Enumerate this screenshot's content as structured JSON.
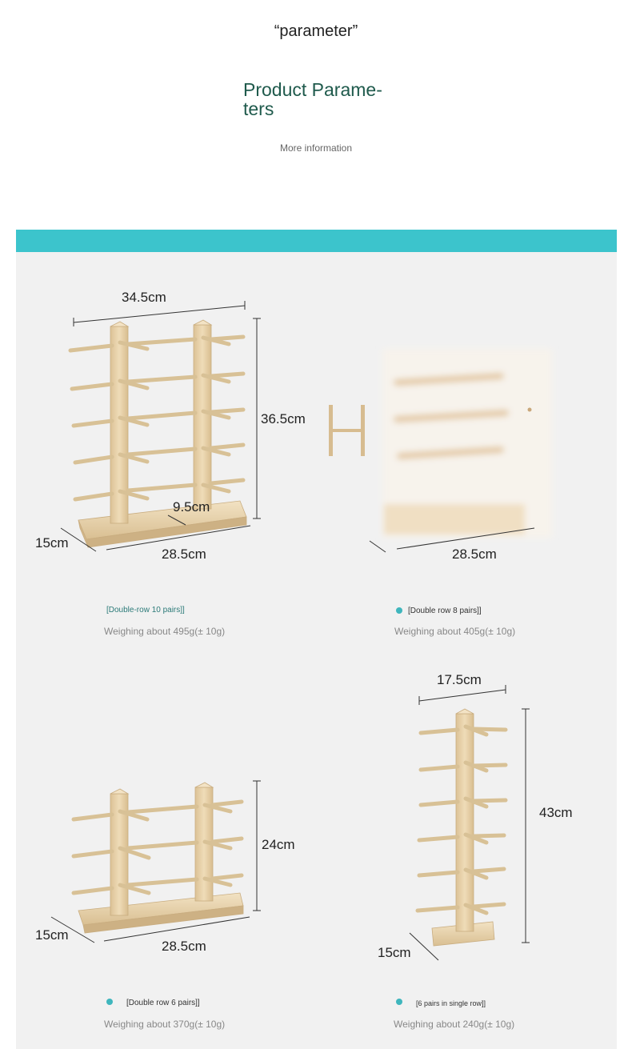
{
  "header": {
    "quote": "“parameter”",
    "title": "Product Parame-\nters",
    "subtitle": "More information"
  },
  "colors": {
    "accent_bar": "#3cc4cc",
    "title": "#1f5a4c",
    "dot": "#3fb6bd",
    "panel": "#f1f1f1",
    "wood": "#e6cfa7"
  },
  "products": [
    {
      "caption": "[Double-row 10 pairs]]",
      "weight": "Weighing about 495g(± 10g)",
      "dims": {
        "width": "34.5cm",
        "height": "36.5cm",
        "gap": "9.5cm",
        "depth": "15cm",
        "base": "28.5cm"
      }
    },
    {
      "caption": "[Double row 8 pairs]]",
      "weight": "Weighing about 405g(± 10g)",
      "dims": {
        "base": "28.5cm"
      }
    },
    {
      "caption": "[Double row 6 pairs]]",
      "weight": "Weighing about 370g(± 10g)",
      "dims": {
        "height": "24cm",
        "depth": "15cm",
        "base": "28.5cm"
      }
    },
    {
      "caption": "[6 pairs in single row]]",
      "weight": "Weighing about 240g(± 10g)",
      "dims": {
        "width": "17.5cm",
        "height": "43cm",
        "depth": "15cm"
      }
    }
  ]
}
